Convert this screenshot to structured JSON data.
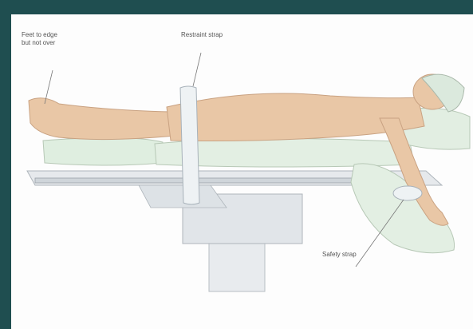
{
  "labels": {
    "feet": "Feet to edge\nbut not over",
    "restraint": "Restraint strap",
    "safety": "Safety strap"
  },
  "colors": {
    "frame": "#1f4e50",
    "background": "#fdfdfd",
    "skin": "#e9c7a6",
    "pad": "#dfeee0",
    "table": "#e6e9ec",
    "strap": "#eef2f4"
  }
}
